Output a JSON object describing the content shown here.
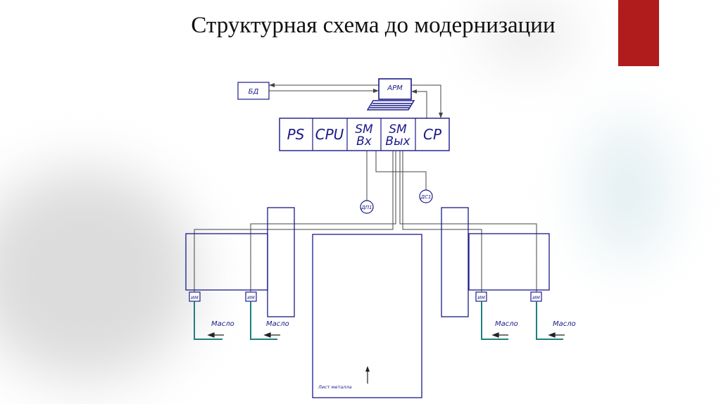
{
  "slide": {
    "title": "Структурная схема до модернизации",
    "accent_color": "#b01c1c"
  },
  "diagram": {
    "nodes": {
      "db": "БД",
      "workstation": "АРМ",
      "plc_modules": [
        "PS",
        "CPU",
        "SM\nВх",
        "SM\nВых",
        "CP"
      ],
      "sensor_left": "ДП1",
      "sensor_right": "ДС1",
      "actuator": "ИМ",
      "oil_label": "Масло",
      "sheet_label": "Лист металла"
    },
    "colors": {
      "outline": "#1a1a8a",
      "wire": "#444444",
      "pipe": "#1f7f7f"
    }
  }
}
